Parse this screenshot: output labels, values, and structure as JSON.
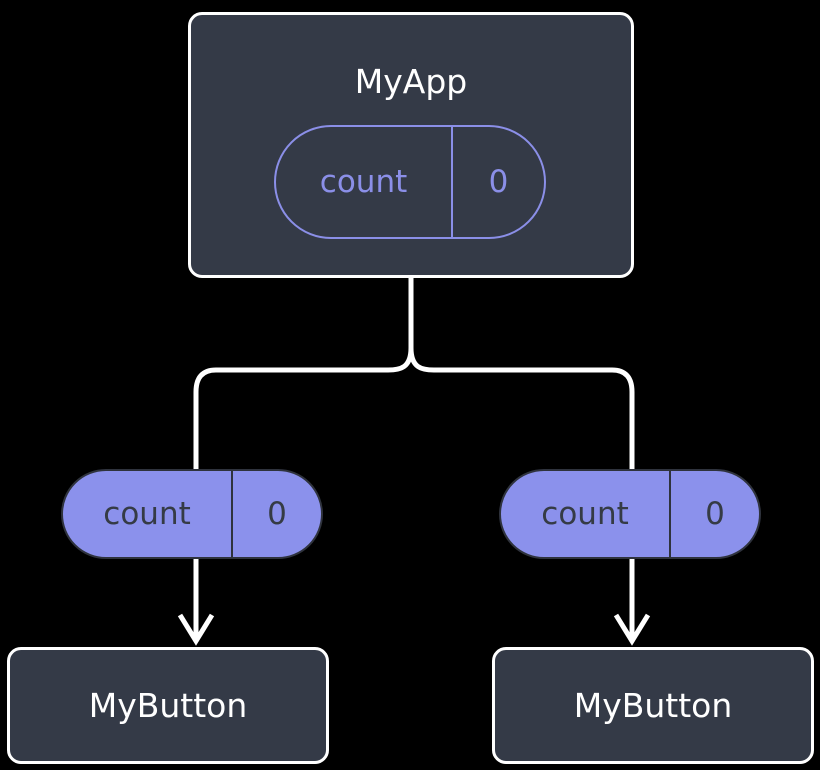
{
  "diagram": {
    "type": "component-state-tree",
    "background_color": "#000000",
    "colors": {
      "component_fill": "#343a47",
      "component_border": "#ffffff",
      "component_text": "#ffffff",
      "state_accent": "#8b91ec",
      "state_outline": "#8b8fe8",
      "state_filled_text": "#353b45",
      "connector": "#ffffff"
    },
    "root": {
      "label": "MyApp",
      "state": {
        "key": "count",
        "value": "0",
        "style": "outlined"
      }
    },
    "branches": [
      {
        "side": "left",
        "state": {
          "key": "count",
          "value": "0",
          "style": "filled"
        },
        "child": {
          "label": "MyButton"
        }
      },
      {
        "side": "right",
        "state": {
          "key": "count",
          "value": "0",
          "style": "filled"
        },
        "child": {
          "label": "MyButton"
        }
      }
    ],
    "connectors": [
      {
        "name": "root-to-fork",
        "from": "MyApp",
        "to": "fork",
        "style": "solid-line"
      },
      {
        "name": "fork-to-left-state",
        "from": "fork",
        "to": "left count pill",
        "style": "solid-line"
      },
      {
        "name": "fork-to-right-state",
        "from": "fork",
        "to": "right count pill",
        "style": "solid-line"
      },
      {
        "name": "left-state-to-button",
        "from": "left count pill",
        "to": "left MyButton",
        "style": "arrow"
      },
      {
        "name": "right-state-to-button",
        "from": "right count pill",
        "to": "right MyButton",
        "style": "arrow"
      }
    ]
  }
}
